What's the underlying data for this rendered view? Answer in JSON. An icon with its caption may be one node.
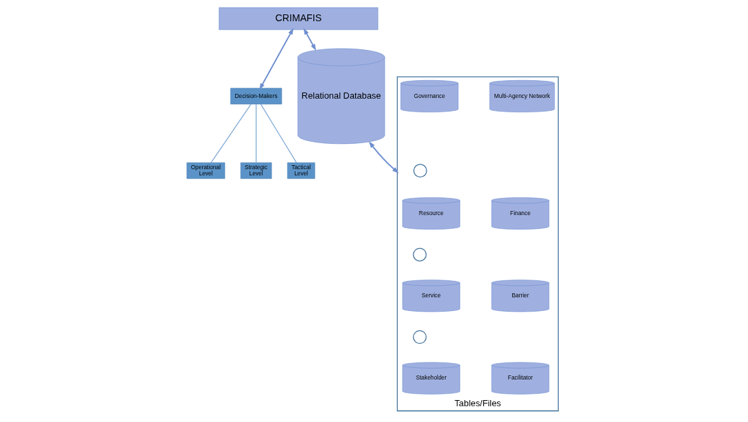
{
  "diagram": {
    "nodes": [
      {
        "text": [
          "CRIMAFIS"
        ]
      },
      {
        "text": [
          "Decision-Makers"
        ]
      },
      {
        "text": [
          "Strategic Level"
        ]
      },
      {
        "text": [
          "Tactical Level"
        ]
      },
      {
        "text": [
          "Operational Level"
        ]
      },
      {
        "text": [
          "Relational Database"
        ]
      },
      {
        "text": [
          "Tables/Files"
        ]
      },
      {
        "text": [
          "Governance"
        ],
        "in": 6
      },
      {
        "text": [
          "Multi-Agency Network"
        ],
        "in": 6
      },
      {
        "text": [],
        "shape": "circle",
        "in": 6
      },
      {
        "text": [
          "Resource"
        ],
        "in": 6
      },
      {
        "text": [
          "Finance"
        ],
        "in": 6
      },
      {
        "text": [],
        "shape": "circle",
        "in": 6
      },
      {
        "text": [
          "Service"
        ],
        "in": 6
      },
      {
        "text": [
          "Barrier"
        ],
        "in": 6
      },
      {
        "text": [],
        "shape": "circle",
        "in": 6
      },
      {
        "text": [
          "Stakeholder"
        ],
        "in": 6
      },
      {
        "text": [
          "Facilitator"
        ],
        "in": 6
      }
    ],
    "edges": [
      {
        "from": 0,
        "to": 1,
        "arrow": "both"
      },
      {
        "from": 0,
        "to": 5,
        "arrow": "both"
      },
      {
        "from": 5,
        "to": 6,
        "arrow": "both"
      },
      {
        "from": 1,
        "to": 2,
        "arrow": "none"
      },
      {
        "from": 1,
        "to": 3,
        "arrow": "none"
      },
      {
        "from": 1,
        "to": 4,
        "arrow": "none"
      }
    ]
  }
}
